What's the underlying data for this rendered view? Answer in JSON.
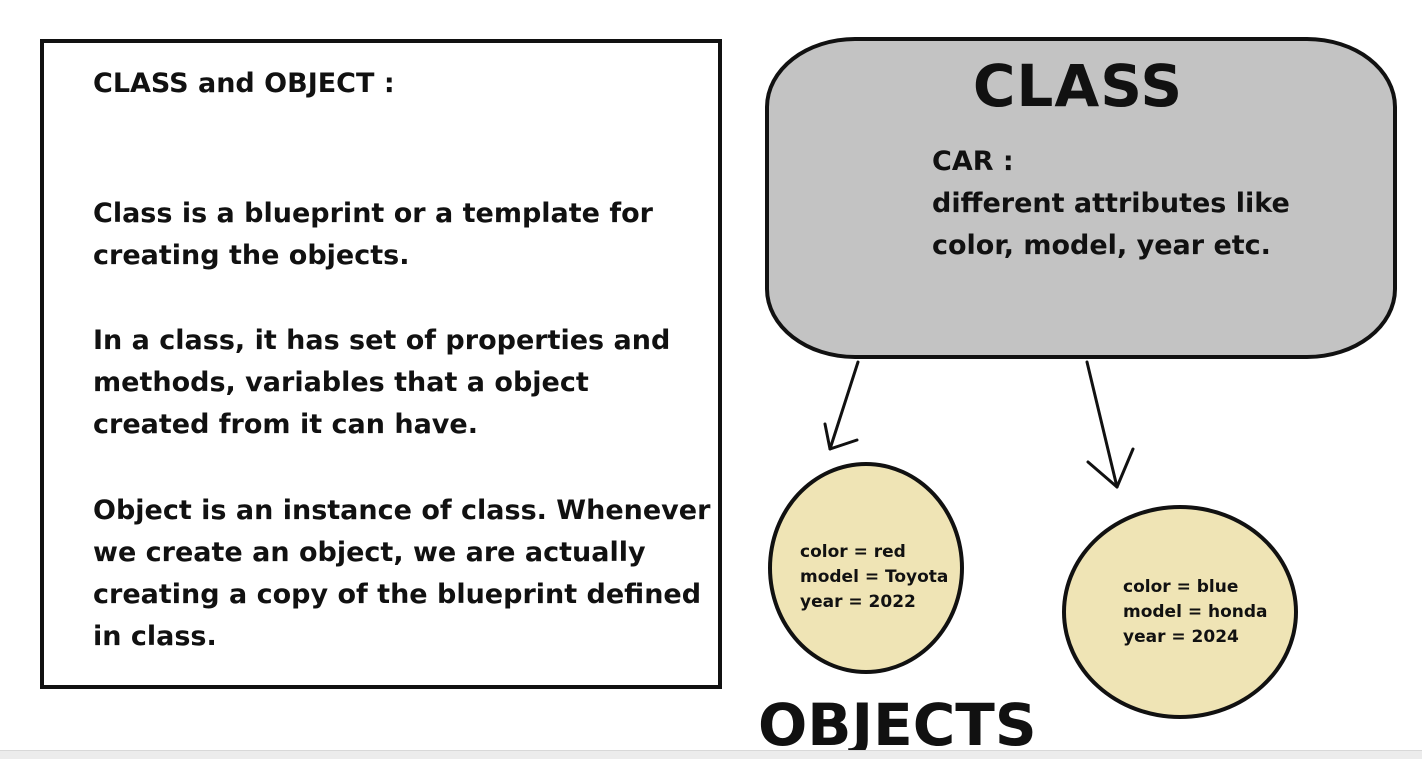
{
  "explanation": {
    "heading": "CLASS and OBJECT :",
    "paragraphs": [
      "Class is a blueprint or a template for creating the objects.",
      "In a class, it has set of properties and methods, variables that a object created from it can have.",
      "Object is an instance of class. Whenever we create an object, we are actually creating a copy of the blueprint defined in class."
    ]
  },
  "class_box": {
    "title": "CLASS",
    "lines": [
      "CAR :",
      "different attributes like",
      "color, model, year etc."
    ],
    "fill_color": "#c3c3c3"
  },
  "objects": [
    {
      "lines": [
        "color = red",
        "model = Toyota",
        "year = 2022"
      ]
    },
    {
      "lines": [
        "color = blue",
        "model = honda",
        "year = 2024"
      ]
    }
  ],
  "objects_label": "OBJECTS",
  "object_fill_color": "#efe4b5"
}
